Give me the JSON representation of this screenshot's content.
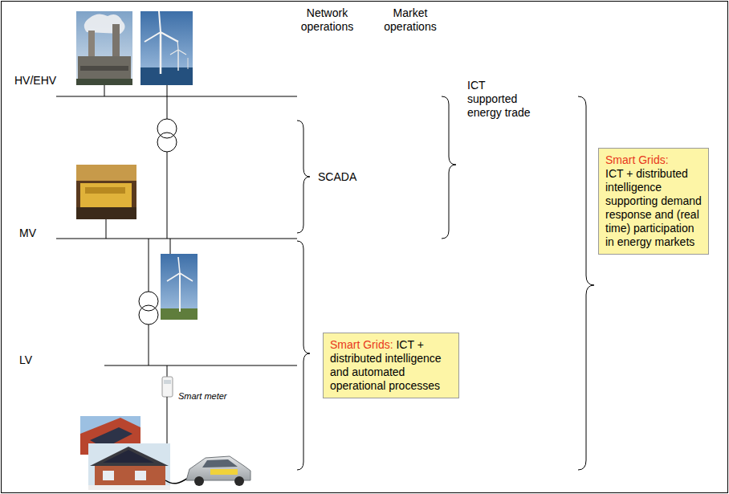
{
  "diagram": {
    "nodes": [
      {
        "text": [
          "Smart Grids:",
          "ICT + distributed intelligence and automated operational processes"
        ]
      },
      {
        "text": [
          "Smart Grids:",
          "ICT + distributed intelligence supporting demand response and (real time) participation in energy markets"
        ]
      }
    ],
    "labels": [
      "Network operations",
      "Market operations",
      "HV/EHV",
      "MV",
      "LV",
      "SCADA",
      "ICT supported energy trade",
      "Smart meter"
    ]
  }
}
